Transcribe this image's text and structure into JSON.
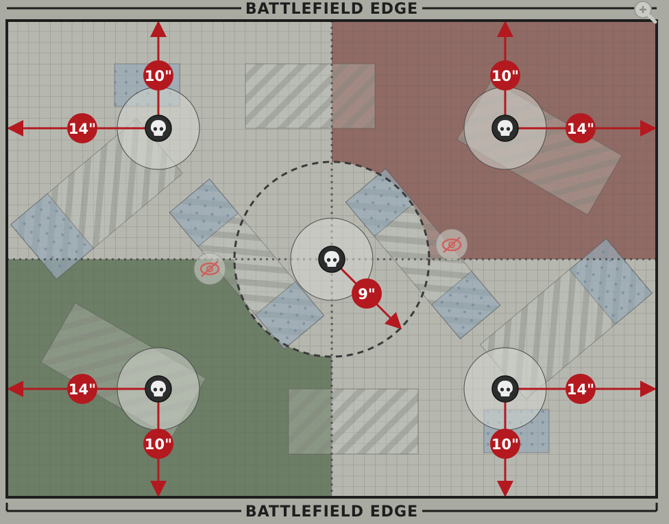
{
  "header": {
    "top_edge_label": "BATTLEFIELD EDGE",
    "zoom_icon": "zoom-in-icon"
  },
  "footer": {
    "bottom_edge_label": "BATTLEFIELD EDGE"
  },
  "colors": {
    "background": "#a9aba2",
    "attacker_zone": "#8a5c57",
    "defender_zone": "#5f7359",
    "measure_red": "#b3191f",
    "objective": "#2c2e2e"
  },
  "measurements": {
    "tl_up": "10\"",
    "tl_left": "14\"",
    "tr_up": "10\"",
    "tr_right": "14\"",
    "bl_down": "10\"",
    "bl_left": "14\"",
    "br_down": "10\"",
    "br_right": "14\"",
    "center_radius": "9\""
  },
  "icons": {
    "objective": "skull-icon",
    "obscuring": "eye-slash-icon"
  }
}
